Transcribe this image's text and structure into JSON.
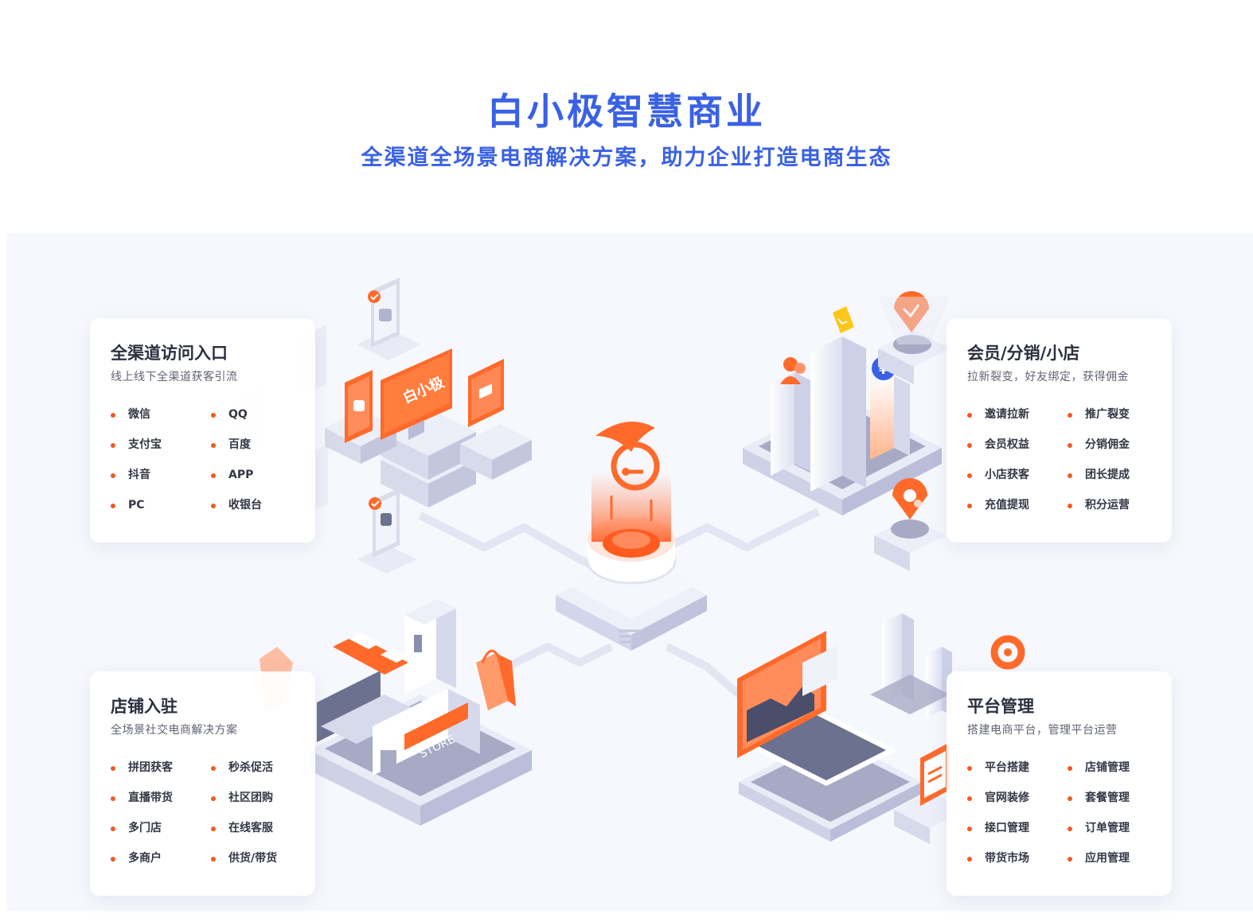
{
  "header": {
    "title": "白小极智慧商业",
    "subtitle": "全渠道全场景电商解决方案，助力企业打造电商生态"
  },
  "colors": {
    "brand_blue": "#3a61e5",
    "accent_orange": "#f25a22",
    "stage_bg": "#f7f8fd",
    "platform_grey": "#a7aac5"
  },
  "illustration": {
    "screen_text": "白小极",
    "store_sign": "STORE",
    "currency_badge": "¥",
    "percent_tag": "%"
  },
  "cards": {
    "channels": {
      "title": "全渠道访问入口",
      "desc": "线上线下全渠道获客引流",
      "items": [
        "微信",
        "QQ",
        "支付宝",
        "百度",
        "抖音",
        "APP",
        "PC",
        "收银台"
      ]
    },
    "members": {
      "title": "会员/分销/小店",
      "desc": "拉新裂变，好友绑定，获得佣金",
      "items": [
        "邀请拉新",
        "推广裂变",
        "会员权益",
        "分销佣金",
        "小店获客",
        "团长提成",
        "充值提现",
        "积分运营"
      ]
    },
    "stores": {
      "title": "店铺入驻",
      "desc": "全场景社交电商解决方案",
      "items": [
        "拼团获客",
        "秒杀促活",
        "直播带货",
        "社区团购",
        "多门店",
        "在线客服",
        "多商户",
        "供货/带货"
      ]
    },
    "platform": {
      "title": "平台管理",
      "desc": "搭建电商平台，管理平台运营",
      "items": [
        "平台搭建",
        "店铺管理",
        "官网装修",
        "套餐管理",
        "接口管理",
        "订单管理",
        "带货市场",
        "应用管理"
      ]
    }
  }
}
